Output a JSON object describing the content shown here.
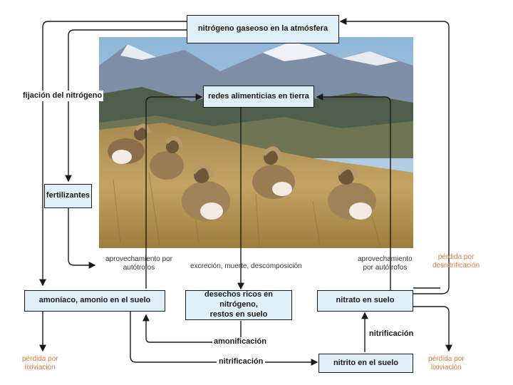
{
  "boxes": {
    "atmosphere": "nitrógeno gaseoso en la atmósfera",
    "food_webs": "redes alimenticias en tierra",
    "fertilizers": "fertilizantes",
    "ammonia": "amoníaco, amonio en el suelo",
    "wastes_line1": "desechos ricos en nitrógeno,",
    "wastes_line2": "restos en suelo",
    "nitrate": "nitrato en suelo",
    "nitrite": "nitrito en el suelo"
  },
  "labels": {
    "fixation": "fijación del nitrógeno",
    "uptake_left_1": "aprovechamiento por",
    "uptake_left_2": "autótrofos",
    "excretion": "excreción, muerte, descomposición",
    "uptake_right_1": "aprovechamiento",
    "uptake_right_2": "por autótrofos",
    "denit_1": "pérdida por",
    "denit_2": "desnitrificación",
    "ammonification": "amonificación",
    "nitrification_bottom": "nitrificación",
    "nitrification_right": "nitrificación",
    "leach_left_1": "pérdida por",
    "leach_left_2": "lixiviación",
    "leach_right_1": "pérdida por",
    "leach_right_2": "lixiviación"
  },
  "colors": {
    "box_fill": "#dff0f8",
    "loss_text": "#e07a3a",
    "sky": "#9ec3e0",
    "mountains": "#6f7f96",
    "grass": "#b99a55"
  },
  "photo": {
    "subject": "bighorn-sheep-on-hillside-photo"
  }
}
